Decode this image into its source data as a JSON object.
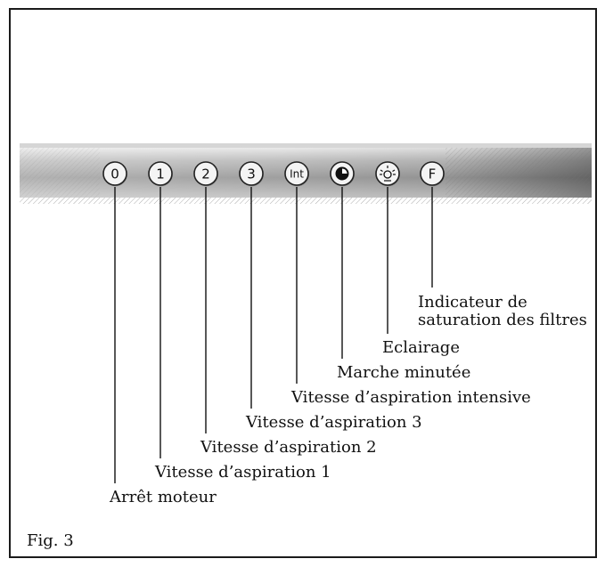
{
  "figure_label": "Fig. 3",
  "panel": {
    "buttons": [
      {
        "name": "button-0",
        "text": "0",
        "kind": "text"
      },
      {
        "name": "button-1",
        "text": "1",
        "kind": "text"
      },
      {
        "name": "button-2",
        "text": "2",
        "kind": "text"
      },
      {
        "name": "button-3",
        "text": "3",
        "kind": "text"
      },
      {
        "name": "button-int",
        "text": "Int",
        "kind": "text-small"
      },
      {
        "name": "button-timer",
        "icon": "timer-icon",
        "kind": "icon"
      },
      {
        "name": "button-light",
        "icon": "light-bulb-icon",
        "kind": "icon"
      },
      {
        "name": "button-filter",
        "text": "F",
        "kind": "text"
      }
    ]
  },
  "callouts": [
    {
      "text": "Arrêt moteur"
    },
    {
      "text": "Vitesse d’aspiration 1"
    },
    {
      "text": "Vitesse d’aspiration 2"
    },
    {
      "text": "Vitesse d’aspiration 3"
    },
    {
      "text": "Vitesse d’aspiration intensive"
    },
    {
      "text": "Marche minutée"
    },
    {
      "text": "Eclairage"
    },
    {
      "lines": [
        "Indicateur de",
        "saturation des filtres"
      ]
    }
  ]
}
